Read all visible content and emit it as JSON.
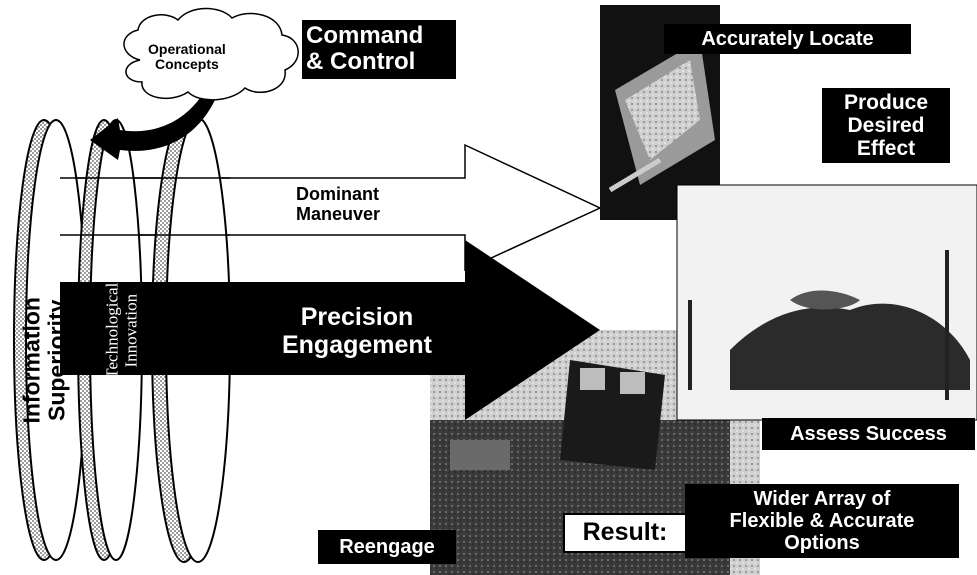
{
  "diagram": {
    "cloud_label_line1": "Operational",
    "cloud_label_line2": "Concepts",
    "command_control_line1": "Command",
    "command_control_line2": "& Control",
    "info_superiority": "Information Superiority",
    "tech_innovation_line1": "Technological",
    "tech_innovation_line2": "Innovation",
    "dominant_maneuver_line1": "Dominant",
    "dominant_maneuver_line2": "Maneuver",
    "precision_engagement_line1": "Precision",
    "precision_engagement_line2": "Engagement",
    "accurately_locate": "Accurately Locate",
    "produce_effect_line1": "Produce",
    "produce_effect_line2": "Desired",
    "produce_effect_line3": "Effect",
    "assess_success": "Assess Success",
    "reengage": "Reengage",
    "result_label": "Result:",
    "result_text_line1": "Wider Array of",
    "result_text_line2": "Flexible & Accurate",
    "result_text_line3": "Options"
  },
  "colors": {
    "ink": "#000000",
    "paper": "#ffffff",
    "stipple": "#9a9a9a",
    "photo_dark": "#2a2a2a",
    "photo_light": "#d8d8d8"
  }
}
